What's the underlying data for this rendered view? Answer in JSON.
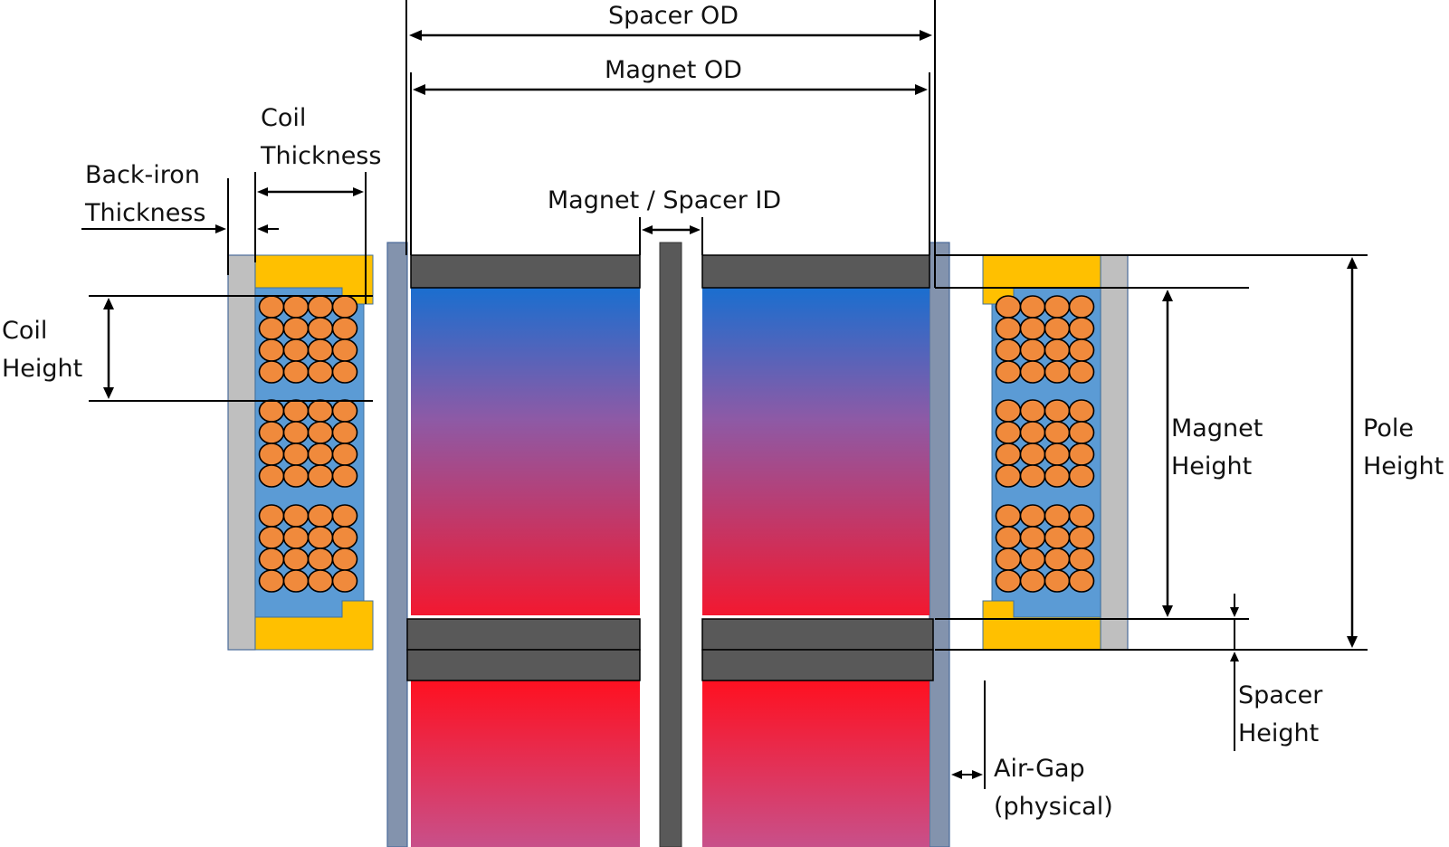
{
  "labels": {
    "spacer_od": "Spacer OD",
    "magnet_od": "Magnet OD",
    "magnet_spacer_id": "Magnet / Spacer ID",
    "coil_thickness_1": "Coil",
    "coil_thickness_2": "Thickness",
    "back_iron_1": "Back-iron",
    "back_iron_2": "Thickness",
    "coil_height_1": "Coil",
    "coil_height_2": "Height",
    "magnet_height_1": "Magnet",
    "magnet_height_2": "Height",
    "pole_height_1": "Pole",
    "pole_height_2": "Height",
    "spacer_height_1": "Spacer",
    "spacer_height_2": "Height",
    "air_gap_1": "Air-Gap",
    "air_gap_2": "(physical)"
  },
  "colors": {
    "tube": "#8393ad",
    "spacer": "#595959",
    "magnet_top": "#1a6ecf",
    "magnet_mid": "#d84a7a",
    "magnet_bottom": "#f21830",
    "back_iron": "#bfbfbf",
    "pole_piece": "#ffc000",
    "bobbin": "#5b9bd5",
    "wire": "#f08a3c"
  }
}
